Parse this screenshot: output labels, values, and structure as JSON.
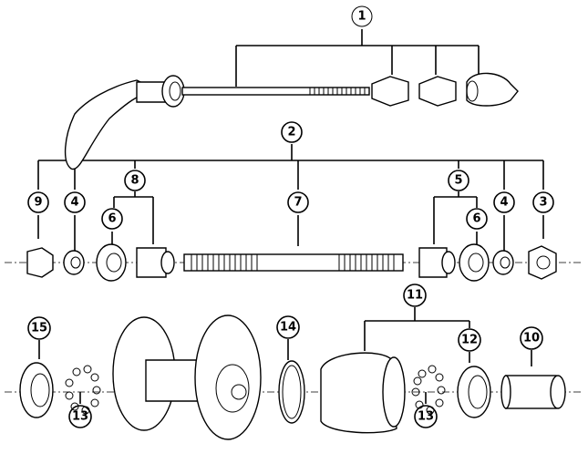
{
  "callouts": {
    "c1": "1",
    "c2": "2",
    "c3": "3",
    "c4a": "4",
    "c4b": "4",
    "c5": "5",
    "c6a": "6",
    "c6b": "6",
    "c7": "7",
    "c8": "8",
    "c9": "9",
    "c10": "10",
    "c11": "11",
    "c12": "12",
    "c13a": "13",
    "c13b": "13",
    "c14": "14",
    "c15": "15"
  }
}
